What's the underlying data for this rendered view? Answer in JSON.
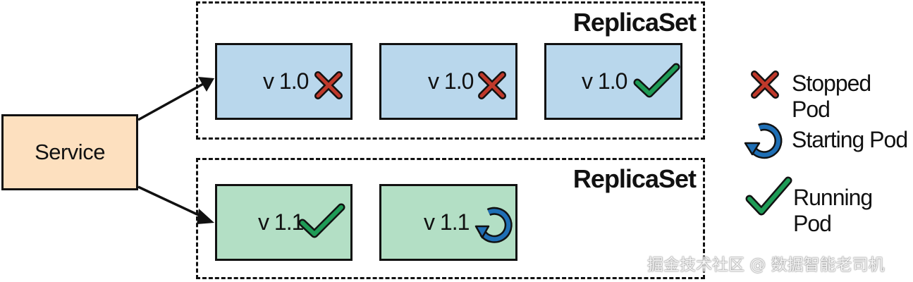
{
  "service": {
    "label": "Service"
  },
  "replicasets": [
    {
      "label": "ReplicaSet",
      "pods": [
        {
          "version": "v 1.0",
          "status": "stopped"
        },
        {
          "version": "v 1.0",
          "status": "stopped"
        },
        {
          "version": "v 1.0",
          "status": "running"
        }
      ]
    },
    {
      "label": "ReplicaSet",
      "pods": [
        {
          "version": "v 1.1",
          "status": "running"
        },
        {
          "version": "v 1.1",
          "status": "starting"
        }
      ]
    }
  ],
  "legend": {
    "stopped": "Stopped Pod",
    "starting": "Starting Pod",
    "running": "Running Pod"
  },
  "colors": {
    "blue_pod": "#b9d7ec",
    "green_pod": "#b3dfc5",
    "service": "#fde0bf",
    "stopped_icon": "#c0392b",
    "starting_icon": "#1f6fb5",
    "running_icon": "#1e9b56"
  },
  "watermark": "掘金技术社区 @ 数据智能老司机"
}
